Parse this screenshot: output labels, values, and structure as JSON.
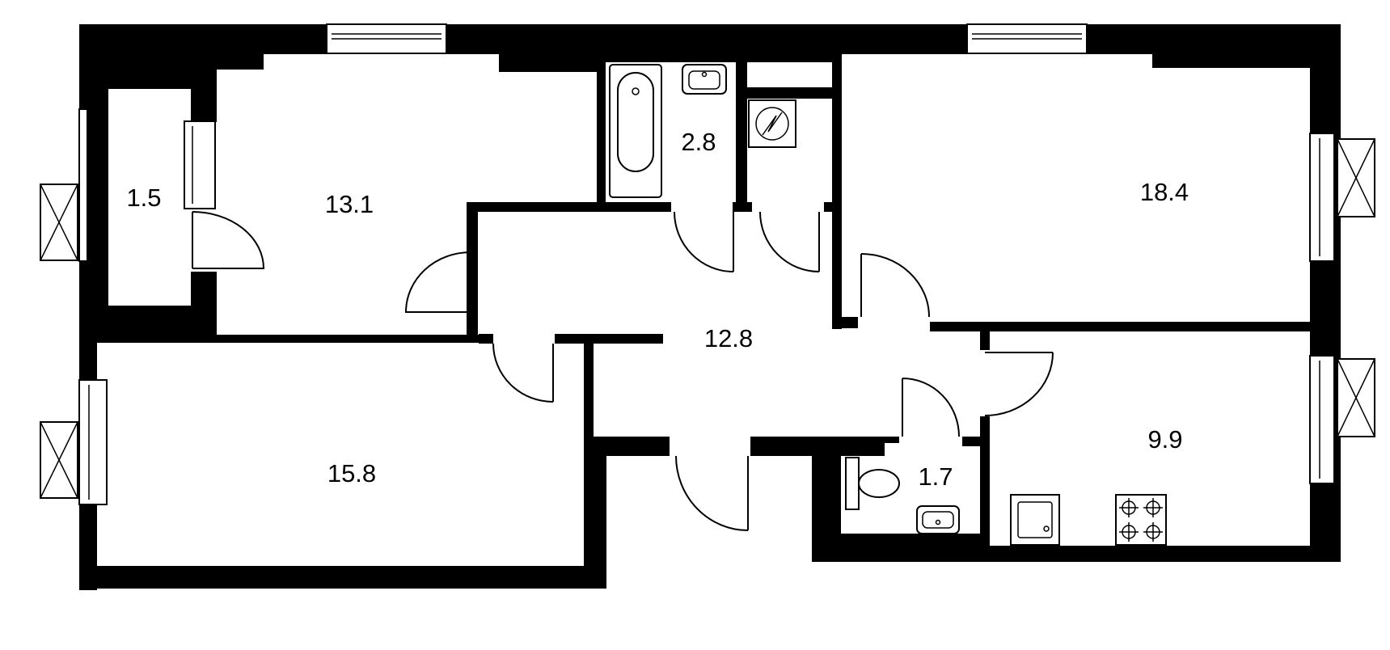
{
  "rooms": [
    {
      "id": "balcony-left",
      "area": "1.5"
    },
    {
      "id": "bedroom-top-left",
      "area": "13.1"
    },
    {
      "id": "bathroom",
      "area": "2.8"
    },
    {
      "id": "bedroom-top-right",
      "area": "18.4"
    },
    {
      "id": "hallway",
      "area": "12.8"
    },
    {
      "id": "bedroom-bottom-left",
      "area": "15.8"
    },
    {
      "id": "toilet",
      "area": "1.7"
    },
    {
      "id": "kitchen",
      "area": "9.9"
    }
  ],
  "icons": [
    "bathtub-icon",
    "sink-icon",
    "boiler-icon",
    "toilet-icon",
    "kitchen-sink-icon",
    "stove-icon",
    "window-icon",
    "ac-unit-icon",
    "door-icon"
  ],
  "colors": {
    "walls": "#000000",
    "background": "#ffffff"
  }
}
